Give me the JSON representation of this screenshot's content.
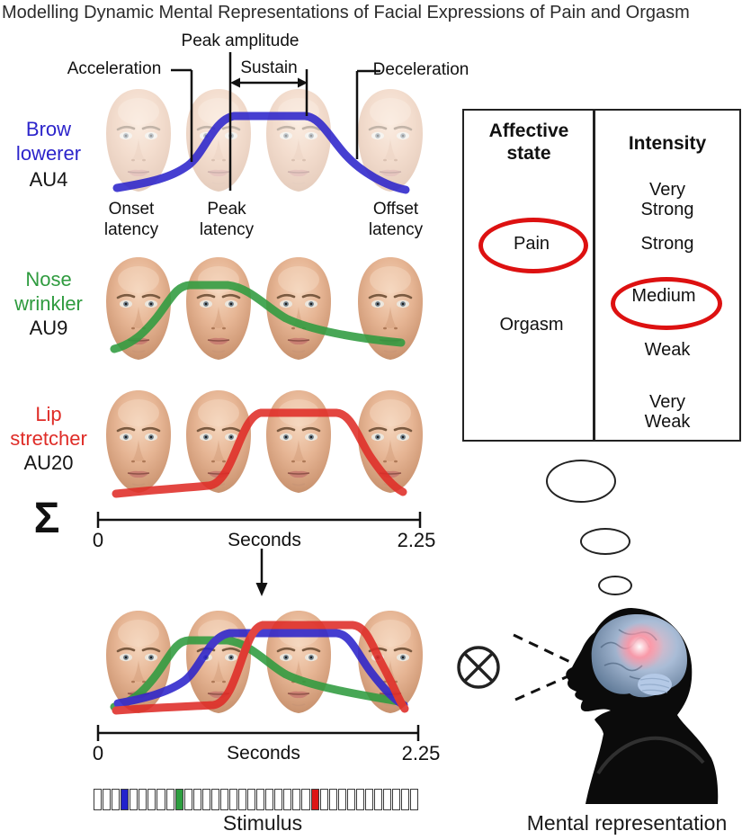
{
  "title": "Modelling Dynamic Mental Representations of Facial Expressions of Pain and Orgasm",
  "annotations": {
    "peak_amplitude": "Peak amplitude",
    "acceleration": "Acceleration",
    "sustain": "Sustain",
    "deceleration": "Deceleration",
    "onset_latency": "Onset\nlatency",
    "peak_latency": "Peak\nlatency",
    "offset_latency": "Offset\nlatency"
  },
  "action_units": [
    {
      "name": "Brow\nlowerer",
      "code": "AU4",
      "color": "#2c24cb"
    },
    {
      "name": "Nose\nwrinkler",
      "code": "AU9",
      "color": "#2f9b3f"
    },
    {
      "name": "Lip\nstretcher",
      "code": "AU20",
      "color": "#df2c27"
    }
  ],
  "sum_symbol": "Σ",
  "timelines": [
    {
      "start": "0",
      "label": "Seconds",
      "end": "2.25"
    },
    {
      "start": "0",
      "label": "Seconds",
      "end": "2.25"
    }
  ],
  "stimulus": {
    "label": "Stimulus",
    "cell_count": 36,
    "colored_cells": [
      {
        "index": 3,
        "color": "#2222cc"
      },
      {
        "index": 9,
        "color": "#2d9e40"
      },
      {
        "index": 24,
        "color": "#dd1515"
      }
    ]
  },
  "response_table": {
    "selection_color": "#dd1111",
    "affective": {
      "header": "Affective\nstate",
      "options": [
        "Pain",
        "Orgasm"
      ],
      "selected": "Pain"
    },
    "intensity": {
      "header": "Intensity",
      "options": [
        "Very Strong",
        "Strong",
        "Medium",
        "Weak",
        "Very Weak"
      ],
      "selected": "Medium"
    }
  },
  "mental_representation_label": "Mental representation"
}
